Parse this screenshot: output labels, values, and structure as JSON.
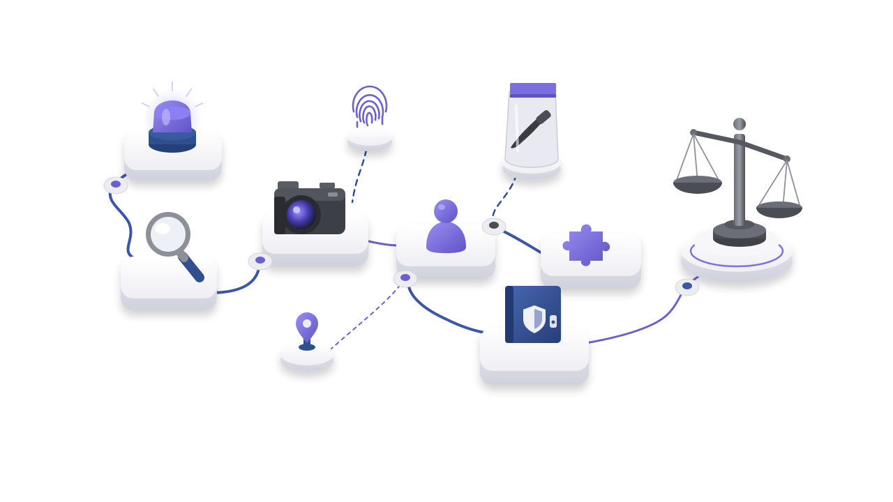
{
  "palette": {
    "background": "#ffffff",
    "platform": "#f4f4f7",
    "platform_shadow": "#d9dae3",
    "blue_line": "#3b56a6",
    "violet_line": "#6c5fd0",
    "accent_violet": "#7b6fe0",
    "navy": "#2f4f8f",
    "dark_gray": "#4a4d54"
  },
  "nodes": [
    {
      "id": "emergency-beacon",
      "icon": "siren-icon"
    },
    {
      "id": "investigation",
      "icon": "magnifying-glass-icon"
    },
    {
      "id": "fingerprint-evidence",
      "icon": "fingerprint-icon"
    },
    {
      "id": "crime-scene-photo",
      "icon": "camera-icon"
    },
    {
      "id": "knife-evidence-bag",
      "icon": "evidence-bag-icon"
    },
    {
      "id": "suspect",
      "icon": "person-icon"
    },
    {
      "id": "puzzle-clue",
      "icon": "puzzle-piece-icon"
    },
    {
      "id": "location",
      "icon": "map-pin-icon"
    },
    {
      "id": "case-file",
      "icon": "case-file-icon"
    },
    {
      "id": "justice",
      "icon": "scales-of-justice-icon"
    }
  ],
  "connections": [
    {
      "from": "emergency-beacon",
      "to": "investigation",
      "style": "solid",
      "color": "blue"
    },
    {
      "from": "investigation",
      "to": "crime-scene-photo",
      "style": "solid",
      "color": "blue"
    },
    {
      "from": "crime-scene-photo",
      "to": "fingerprint-evidence",
      "style": "dashed",
      "color": "navy"
    },
    {
      "from": "crime-scene-photo",
      "to": "suspect",
      "style": "solid",
      "color": "violet"
    },
    {
      "from": "suspect",
      "to": "knife-evidence-bag",
      "style": "dashed",
      "color": "navy"
    },
    {
      "from": "suspect",
      "to": "puzzle-clue",
      "style": "solid",
      "color": "blue"
    },
    {
      "from": "suspect",
      "to": "location",
      "style": "dashed",
      "color": "violet"
    },
    {
      "from": "suspect",
      "to": "case-file",
      "style": "solid",
      "color": "blue"
    },
    {
      "from": "puzzle-clue",
      "to": "case-file",
      "style": "solid",
      "color": "violet"
    },
    {
      "from": "case-file",
      "to": "justice",
      "style": "solid",
      "color": "violet"
    }
  ]
}
